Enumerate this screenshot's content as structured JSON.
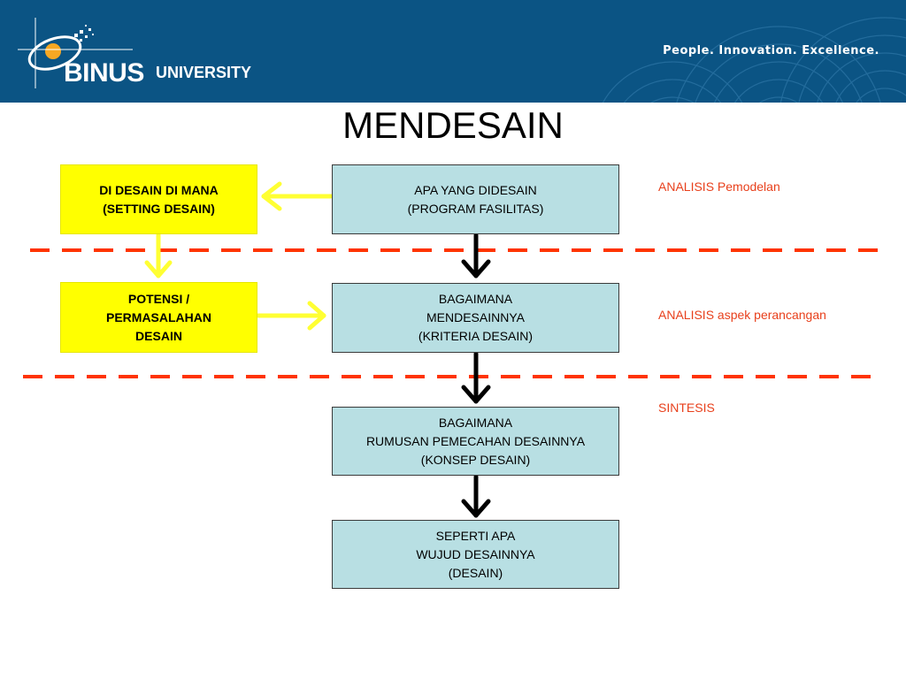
{
  "header": {
    "logo_main": "BINUS",
    "logo_sub": "UNIVERSITY",
    "tagline": "People. Innovation. Excellence."
  },
  "title": "MENDESAIN",
  "left_boxes": [
    {
      "text": "DI DESAIN DI MANA\n(SETTING DESAIN)"
    },
    {
      "text": "POTENSI /\nPERMASALAHAN\nDESAIN"
    }
  ],
  "center_boxes": [
    {
      "text": "APA YANG DIDESAIN\n(PROGRAM FASILITAS)"
    },
    {
      "text": "BAGAIMANA\nMENDESAINNYA\n(KRITERIA DESAIN)"
    },
    {
      "text": "BAGAIMANA\nRUMUSAN PEMECAHAN DESAINNYA\n(KONSEP DESAIN)"
    },
    {
      "text": "SEPERTI APA\nWUJUD DESAINNYA\n(DESAIN)"
    }
  ],
  "side_labels": [
    {
      "text": "ANALISIS Pemodelan"
    },
    {
      "text": "ANALISIS aspek perancangan"
    },
    {
      "text": "SINTESIS"
    }
  ],
  "colors": {
    "header_bg": "#0b5484",
    "box_blue": "#b8dfe3",
    "box_yellow": "#ffff00",
    "dash_line": "#ff3300",
    "label_red": "#e8401c",
    "arrow_yellow": "#ffff33",
    "arrow_black": "#000000"
  }
}
